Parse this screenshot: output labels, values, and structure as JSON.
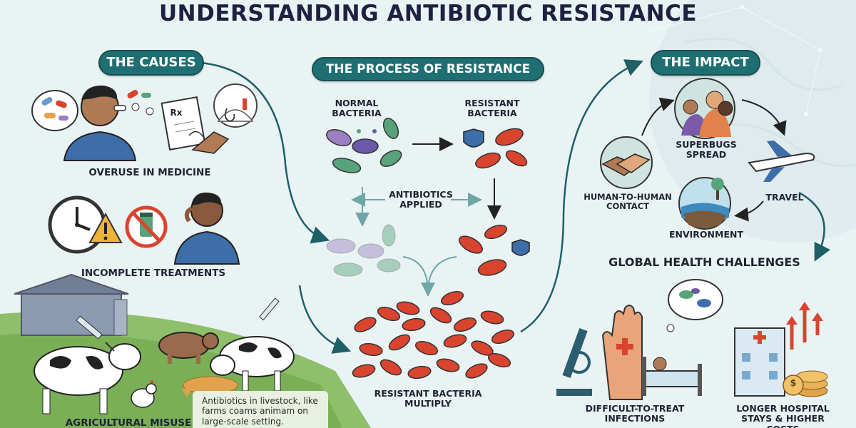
{
  "title": "UNDERSTANDING ANTIBIOTIC RESISTANCE",
  "sections": {
    "causes": {
      "heading": "THE CAUSES",
      "items": [
        "OVERUSE IN MEDICINE",
        "INCOMPLETE TREATMENTS",
        "AGRICULTURAL MISUSE"
      ],
      "livestock_note": "Antibiotics in livestock, like farms coams animam on large-scale setting."
    },
    "process": {
      "heading": "THE PROCESS OF RESISTANCE",
      "normal_bacteria": "NORMAL BACTERIA",
      "resistant_bacteria": "RESISTANT BACTERIA",
      "antibiotics_applied": "ANTIBIOTICS APPLIED",
      "multiply": "RESISTANT BACTERIA MULTIPLY"
    },
    "impact": {
      "heading": "THE IMPACT",
      "superbugs": "SUPERBUGS SPREAD",
      "human_contact": "HUMAN-TO-HUMAN CONTACT",
      "travel": "TRAVEL",
      "environment": "ENVIRONMENT",
      "global": "GLOBAL HEALTH CHALLENGES",
      "infections": "DIFFICULT-TO-TREAT INFECTIONS",
      "hospital": "LONGER HOSPITAL STAYS & HIGHER COSTS"
    }
  },
  "icons": {
    "medicine_label": "Rx",
    "currency": "$"
  },
  "colors": {
    "teal": "#1f6f72",
    "bacteria_red": "#d9442f",
    "background": "#eaf3f4",
    "grass": "#8fbf6a"
  }
}
